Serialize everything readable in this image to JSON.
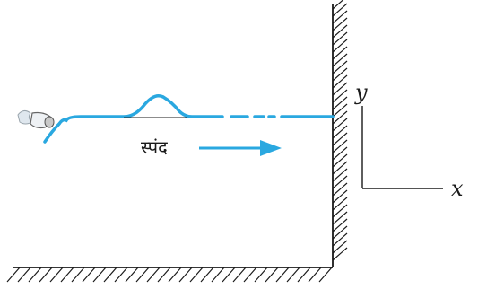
{
  "diagram": {
    "pulse_label": "स्पंद",
    "axis_y_label": "y",
    "axis_x_label": "x",
    "colors": {
      "string": "#2aa8e0",
      "arrow": "#2aa8e0",
      "ink": "#1a1a1a",
      "hand": "#ffffff"
    }
  }
}
